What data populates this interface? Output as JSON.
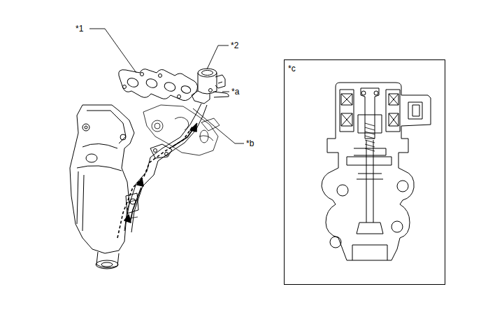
{
  "diagram": {
    "nodes": [
      {
        "text": [
          "*c"
        ]
      }
    ],
    "edges": [],
    "labels": [
      "*1",
      "*2",
      "*a",
      "*b"
    ]
  }
}
